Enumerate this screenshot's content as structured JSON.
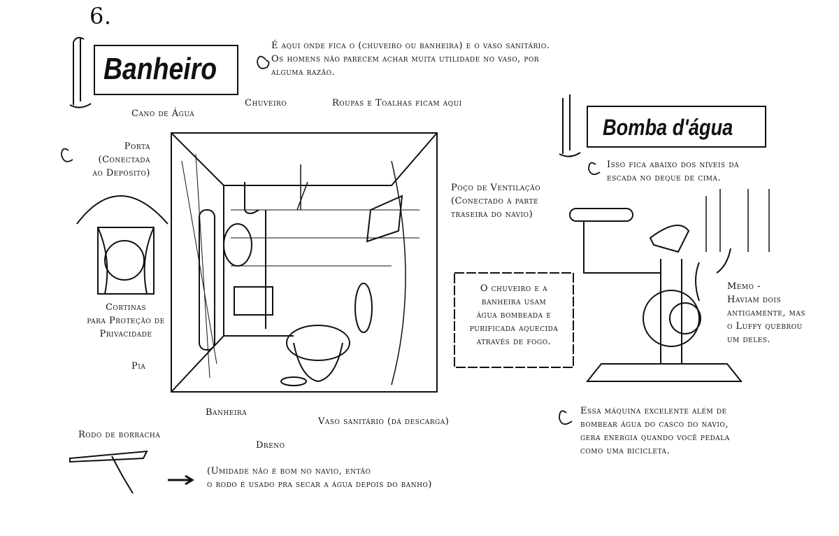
{
  "page_number": "6.",
  "bathroom": {
    "title": "Banheiro",
    "intro": "É aqui onde fica o (chuveiro ou banheira) e o vaso sanitário.\nOs homens não parecem achar muita utilidade no vaso, por\nalguma razão.",
    "labels": {
      "water_pipe": "Cano de Água",
      "shower": "Chuveiro",
      "clothes_towels": "Roupas e Toalhas ficam aqui",
      "door": "Porta\n(Conectada\nao Depósito)",
      "ventilation": "Poço de Ventilação\n(Conectado à parte\ntraseira do navio)",
      "curtains": "Cortinas\npara Proteção de\nPrivacidade",
      "sink": "Pia",
      "bathtub": "Banheira",
      "drain": "Dreno",
      "toilet": "Vaso sanitário (dá descarga)",
      "squeegee": "Rodo de borracha"
    },
    "box_note": "O chuveiro e a\nbanheira usam\nágua bombeada e\npurificada aquecida\natravés de fogo.",
    "squeegee_note": "(Umidade não é bom no navio, então\no rodo é usado pra secar a água depois do banho)"
  },
  "pump": {
    "title": "Bomba d'água",
    "location": "Isso fica abaixo dos níveis da\nescada no deque de cima.",
    "memo": "Memo -\nHaviam dois\nantigamente, mas\no Luffy quebrou\num deles.",
    "description": "Essa máquina excelente além de\nbombear água do casco do navio,\ngera energia quando você pedala\ncomo uma bicicleta."
  }
}
